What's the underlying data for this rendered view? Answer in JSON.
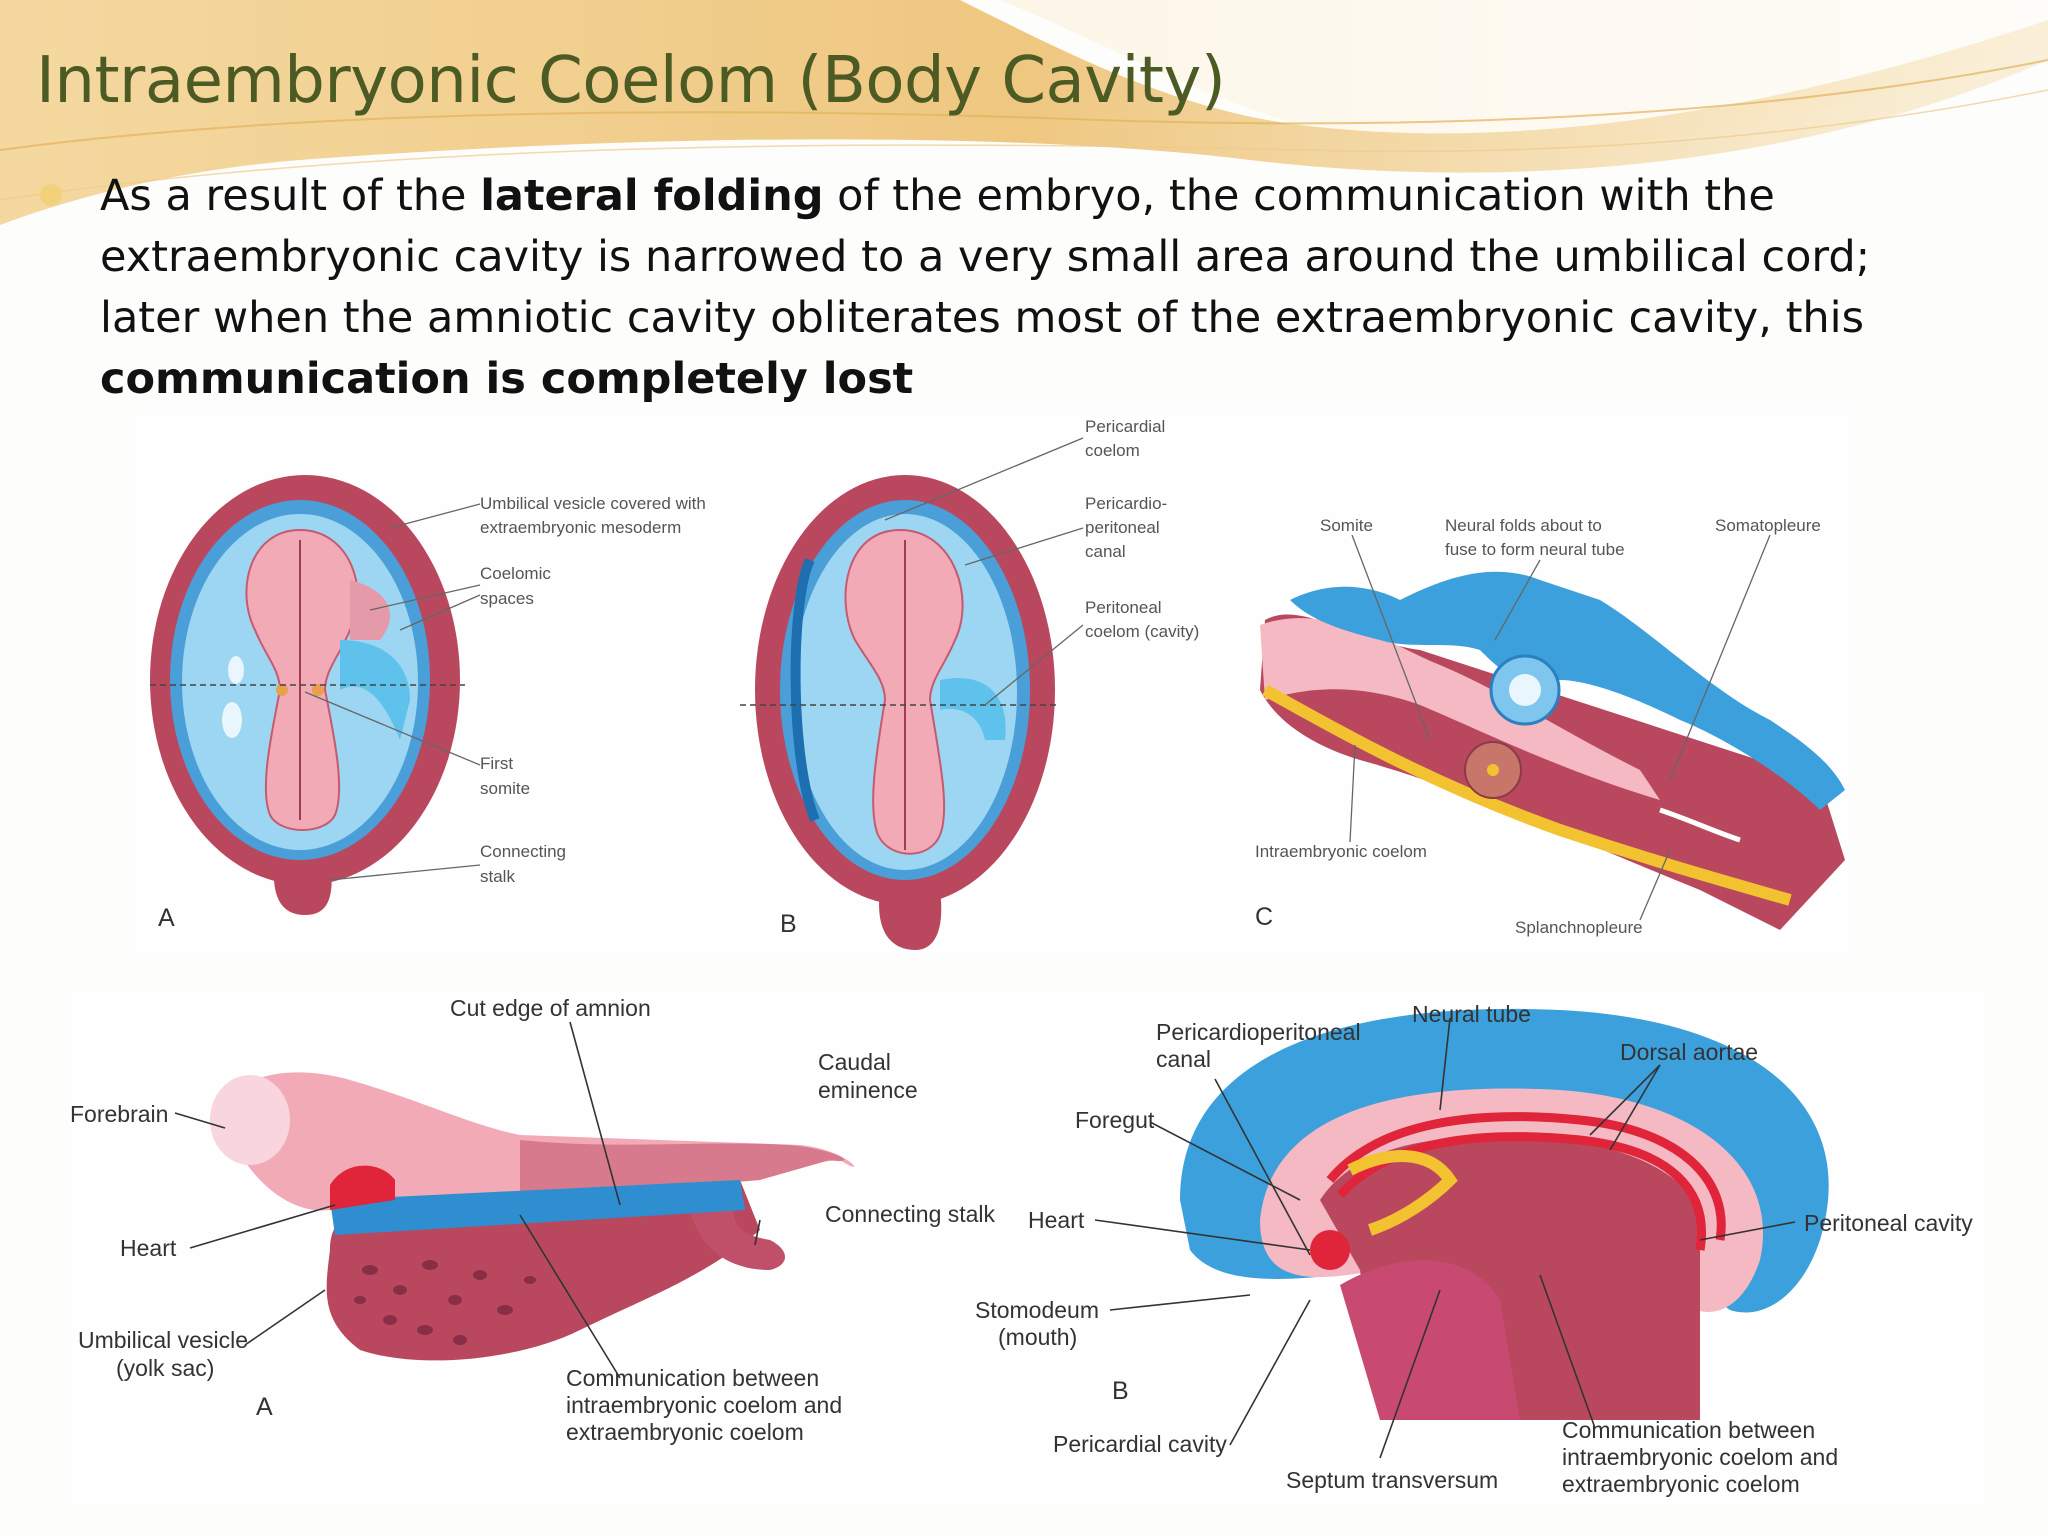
{
  "slide": {
    "title": "Intraembryonic Coelom (Body Cavity)",
    "bullet": {
      "t1": "As a result of the ",
      "b1": "lateral folding",
      "t2": " of the embryo, the communication with the extraembryonic cavity is narrowed to a very small area around the umbilical cord; later when the amniotic cavity obliterates most of the extraembryonic cavity, this ",
      "b2": "communication is completely lost"
    }
  },
  "figure_top": {
    "panel_a": {
      "letter": "A",
      "labels": {
        "umbilical_vesicle_1": "Umbilical vesicle covered with",
        "umbilical_vesicle_2": "extraembryonic mesoderm",
        "coelomic_1": "Coelomic",
        "coelomic_2": "spaces",
        "first_somite_1": "First",
        "first_somite_2": "somite",
        "connecting_stalk_1": "Connecting",
        "connecting_stalk_2": "stalk"
      }
    },
    "panel_b": {
      "letter": "B",
      "labels": {
        "pericardial_coelom_1": "Pericardial",
        "pericardial_coelom_2": "coelom",
        "pericardio_peritoneal_1": "Pericardio-",
        "pericardio_peritoneal_2": "peritoneal",
        "pericardio_peritoneal_3": "canal",
        "peritoneal_coelom_1": "Peritoneal",
        "peritoneal_coelom_2": "coelom (cavity)"
      }
    },
    "panel_c": {
      "letter": "C",
      "labels": {
        "somite": "Somite",
        "neural_folds_1": "Neural folds about to",
        "neural_folds_2": "fuse to form neural tube",
        "somatopleure": "Somatopleure",
        "intraembryonic_coelom": "Intraembryonic coelom",
        "splanchnopleure": "Splanchnopleure"
      }
    }
  },
  "figure_bottom": {
    "panel_a": {
      "letter": "A",
      "labels": {
        "cut_edge": "Cut edge of amnion",
        "caudal_1": "Caudal",
        "caudal_2": "eminence",
        "forebrain": "Forebrain",
        "connecting_stalk": "Connecting stalk",
        "heart": "Heart",
        "umbilical_1": "Umbilical vesicle",
        "umbilical_2": "(yolk sac)",
        "communication_1": "Communication between",
        "communication_2": "intraembryonic coelom and",
        "communication_3": "extraembryonic coelom"
      }
    },
    "panel_b": {
      "letter": "B",
      "labels": {
        "pericardioperitoneal_1": "Pericardioperitoneal",
        "pericardioperitoneal_2": "canal",
        "neural_tube": "Neural tube",
        "dorsal_aortae": "Dorsal aortae",
        "foregut": "Foregut",
        "heart": "Heart",
        "peritoneal_cavity": "Peritoneal cavity",
        "stomodeum_1": "Stomodeum",
        "stomodeum_2": "(mouth)",
        "pericardial_cavity": "Pericardial cavity",
        "septum": "Septum transversum",
        "communication_1": "Communication between",
        "communication_2": "intraembryonic coelom and",
        "communication_3": "extraembryonic coelom"
      }
    }
  },
  "colors": {
    "title": "#4c5a24",
    "bullet_dot": "#f1d27a",
    "tissue": "#b9485f",
    "cavity_blue": "#56b7e6",
    "embryo_pink": "#f2aab6",
    "mesoderm_red": "#e0243a",
    "yolk": "#f2c230"
  }
}
